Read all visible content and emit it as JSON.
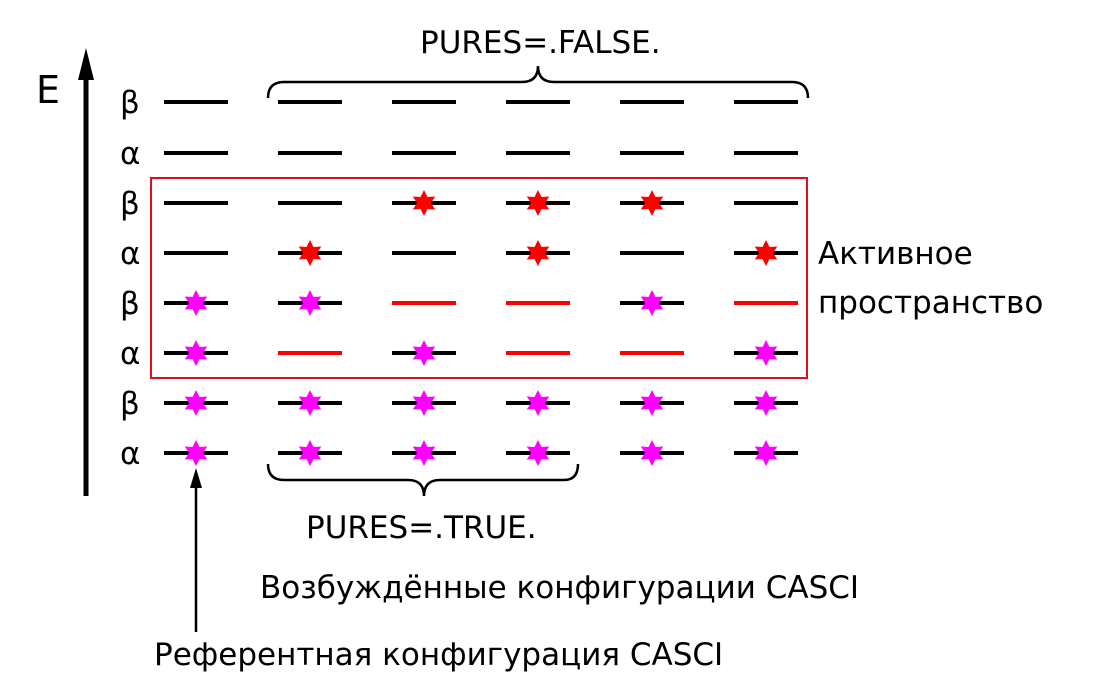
{
  "axis": {
    "energy_label": "E"
  },
  "levels": {
    "spin_labels": [
      "β",
      "α",
      "β",
      "α",
      "β",
      "α",
      "β",
      "α"
    ]
  },
  "configurations": [
    [
      "black",
      "black",
      "black",
      "black",
      "magenta",
      "magenta",
      "magenta",
      "magenta"
    ],
    [
      "black",
      "black",
      "black",
      "red",
      "magenta",
      "red-line",
      "magenta",
      "magenta"
    ],
    [
      "black",
      "black",
      "red",
      "black",
      "red-line",
      "magenta",
      "magenta",
      "magenta"
    ],
    [
      "black",
      "black",
      "red",
      "red",
      "red-line",
      "red-line",
      "magenta",
      "magenta"
    ],
    [
      "black",
      "black",
      "red",
      "black",
      "magenta",
      "red-line",
      "magenta",
      "magenta"
    ],
    [
      "black",
      "black",
      "black",
      "red",
      "red-line",
      "magenta",
      "magenta",
      "magenta"
    ]
  ],
  "labels": {
    "pures_false": "PURES=.FALSE.",
    "pures_true": "PURES=.TRUE.",
    "active_space_line1": "Активное",
    "active_space_line2": "пространство",
    "excited_configs": "Возбуждённые конфигурации CASCI",
    "reference_config": "Референтная конфигурация CASCI"
  },
  "colors": {
    "line": "#000000",
    "active_box": "#e0101a",
    "red_electron": "#ff0000",
    "magenta_electron": "#ff00ff"
  }
}
